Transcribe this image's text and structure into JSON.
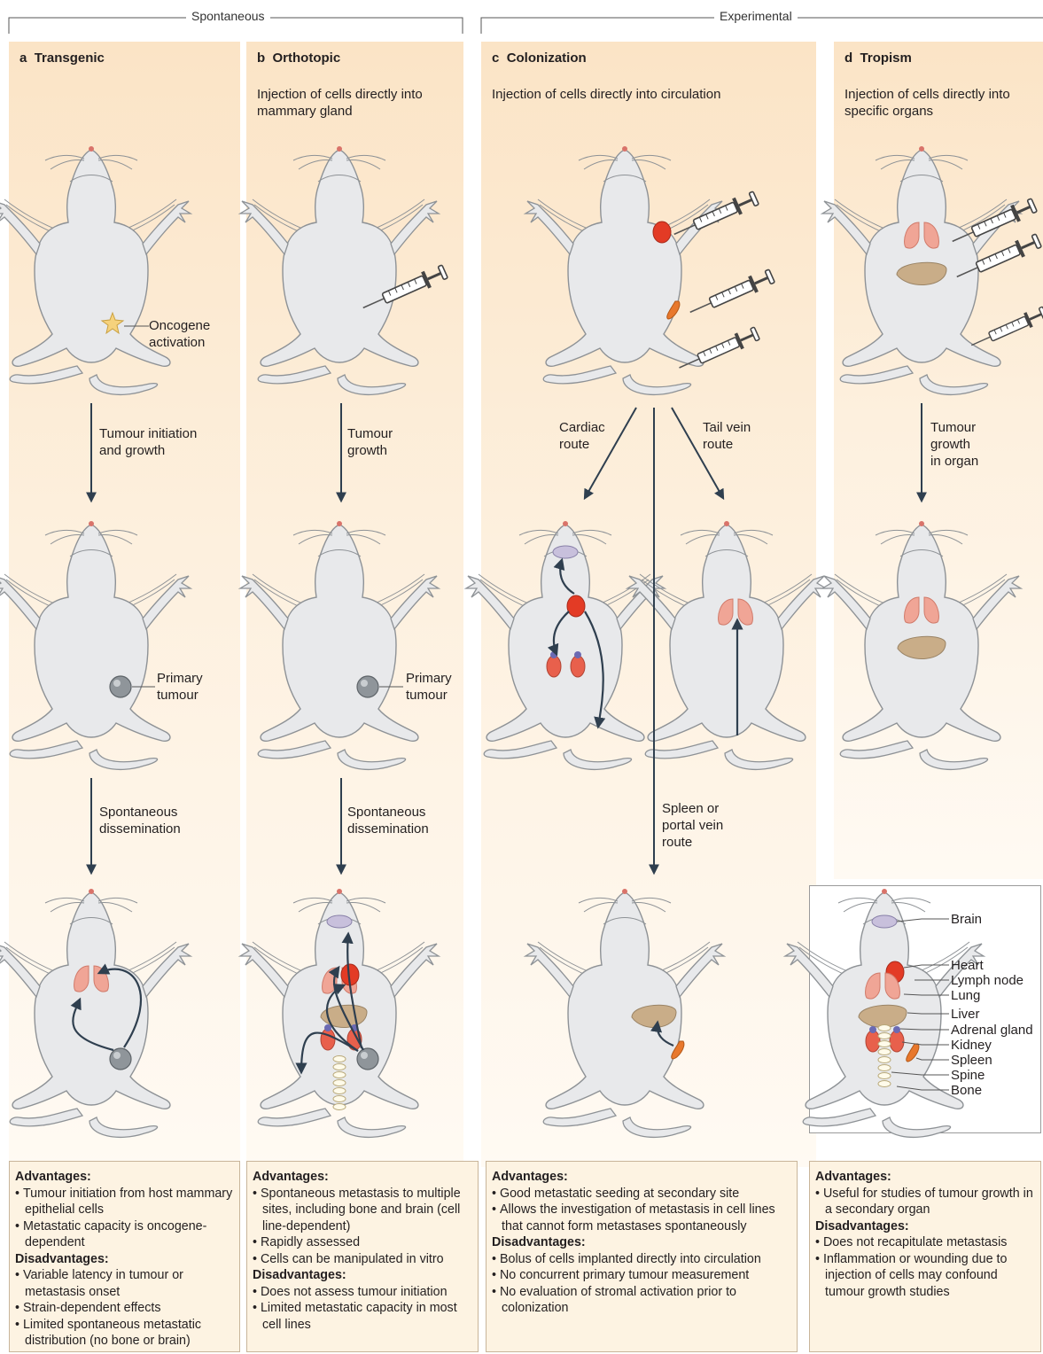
{
  "groups": {
    "spontaneous": "Spontaneous",
    "experimental": "Experimental"
  },
  "panels": {
    "a": {
      "letter": "a",
      "title": "Transgenic",
      "desc": "",
      "labels": {
        "oncogene": "Oncogene\nactivation",
        "step1": "Tumour initiation\nand growth",
        "primary": "Primary\ntumour",
        "step2": "Spontaneous\ndissemination"
      }
    },
    "b": {
      "letter": "b",
      "title": "Orthotopic",
      "desc": "Injection of cells directly into\nmammary gland",
      "labels": {
        "step1": "Tumour\ngrowth",
        "primary": "Primary\ntumour",
        "step2": "Spontaneous\ndissemination"
      }
    },
    "c": {
      "letter": "c",
      "title": "Colonization",
      "desc": "Injection of cells directly into circulation",
      "labels": {
        "cardiac": "Cardiac\nroute",
        "tail": "Tail vein\nroute",
        "spleen": "Spleen or\nportal vein\nroute"
      }
    },
    "d": {
      "letter": "d",
      "title": "Tropism",
      "desc": "Injection of cells directly into\nspecific organs",
      "labels": {
        "step1": "Tumour\ngrowth\nin organ"
      }
    }
  },
  "legend": [
    "Brain",
    "Heart",
    "Lymph node",
    "Lung",
    "Liver",
    "Adrenal gland",
    "Kidney",
    "Spleen",
    "Spine",
    "Bone"
  ],
  "boxes": {
    "a": {
      "adv_title": "Advantages:",
      "adv": [
        "Tumour initiation from host mammary epithelial cells",
        "Metastatic capacity is oncogene-dependent"
      ],
      "dis_title": "Disadvantages:",
      "dis": [
        "Variable latency in tumour or metastasis onset",
        "Strain-dependent effects",
        "Limited spontaneous metastatic distribution (no bone or brain)"
      ]
    },
    "b": {
      "adv_title": "Advantages:",
      "adv": [
        "Spontaneous metastasis to multiple sites, including bone and brain (cell line-dependent)",
        "Rapidly assessed",
        "Cells can be manipulated in vitro"
      ],
      "dis_title": "Disadvantages:",
      "dis": [
        "Does not assess tumour initiation",
        "Limited metastatic capacity in most cell lines"
      ]
    },
    "c": {
      "adv_title": "Advantages:",
      "adv": [
        "Good metastatic seeding at secondary site",
        "Allows the investigation of metastasis in cell lines that cannot form metastases spontaneously"
      ],
      "dis_title": "Disadvantages:",
      "dis": [
        "Bolus of cells implanted directly into circulation",
        "No concurrent primary tumour measurement",
        "No evaluation of stromal activation prior to colonization"
      ]
    },
    "d": {
      "adv_title": "Advantages:",
      "adv": [
        "Useful for studies of tumour growth in a secondary organ"
      ],
      "dis_title": "Disadvantages:",
      "dis": [
        "Does not recapitulate metastasis",
        "Inflammation or wounding due to injection of cells may confound tumour growth studies"
      ]
    }
  },
  "colors": {
    "mouse": "#e8e9eb",
    "outline": "#8e9296",
    "arrow": "#2f3f4f",
    "lung": "#f0a596",
    "heart": "#e33b25",
    "liver": "#c9ad88",
    "kidney": "#e8604c",
    "spleen": "#e8782c",
    "brain": "#c8c0dc",
    "tumour": "#8f959a"
  }
}
